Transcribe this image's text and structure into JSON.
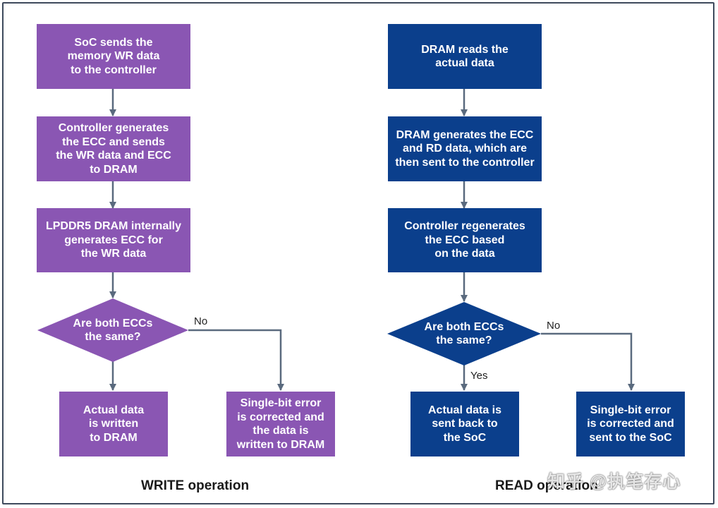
{
  "colors": {
    "write": "#8a56b3",
    "read": "#0b3f8c",
    "arrow": "#5a6a7e"
  },
  "write": {
    "title": "WRITE operation",
    "step1": "SoC sends the\nmemory WR data\nto the controller",
    "step2": "Controller generates\nthe ECC and sends\nthe WR data and ECC\nto DRAM",
    "step3": "LPDDR5 DRAM internally\ngenerates ECC for\nthe WR data",
    "decision": "Are both ECCs\nthe same?",
    "no_label": "No",
    "yes_result": "Actual data\nis written\nto DRAM",
    "no_result": "Single-bit error\nis corrected and\nthe data is\nwritten to DRAM"
  },
  "read": {
    "title": "READ operation",
    "step1": "DRAM reads the\nactual data",
    "step2": "DRAM generates the ECC\nand RD data, which are\nthen sent to the controller",
    "step3": "Controller regenerates\nthe ECC based\non the data",
    "decision": "Are both ECCs\nthe same?",
    "yes_label": "Yes",
    "no_label": "No",
    "yes_result": "Actual data is\nsent back to\nthe SoC",
    "no_result": "Single-bit error\nis corrected and\nsent to the SoC"
  },
  "watermark": "知乎 @执笔存心"
}
